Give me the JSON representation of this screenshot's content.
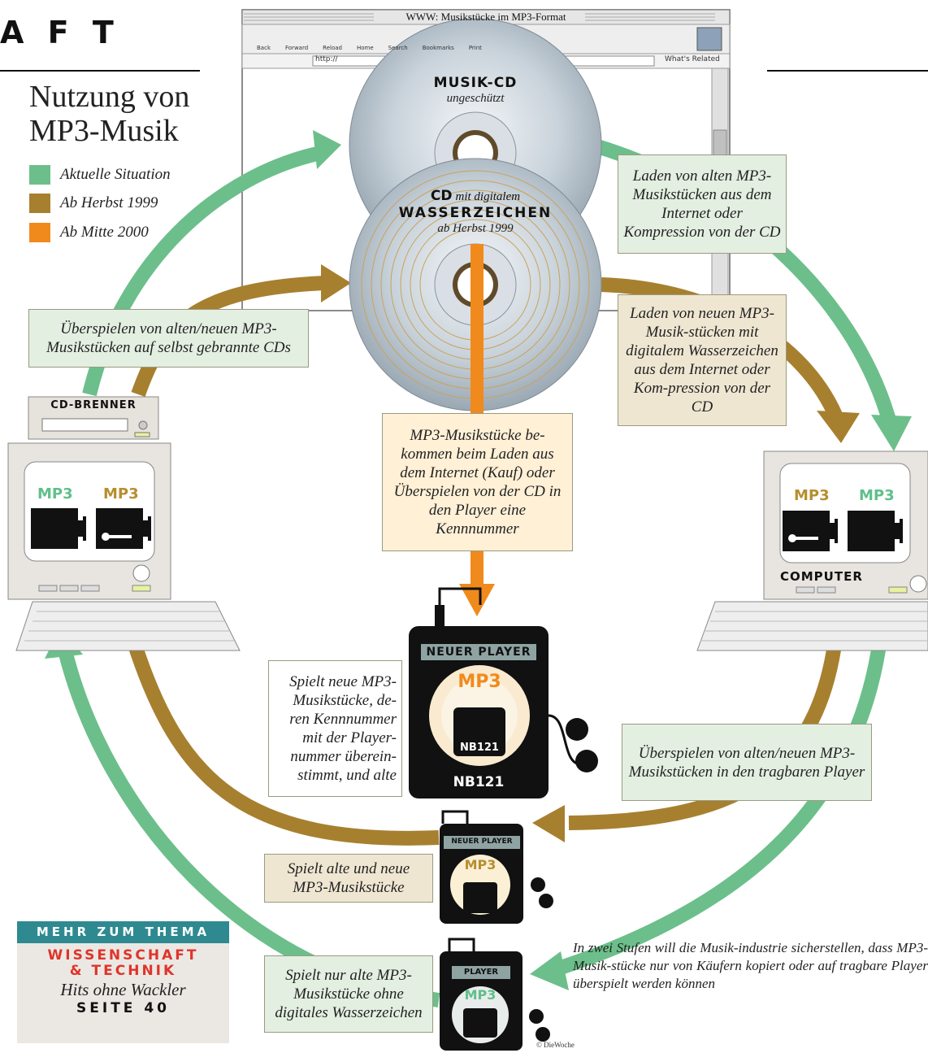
{
  "colors": {
    "green": "#6cbf8a",
    "brown": "#a7802f",
    "orange": "#f08a1c",
    "dark": "#111111",
    "mp3_brown": "#b78e2e",
    "mp3_green": "#5fbf8a",
    "mp3_orange": "#f08a1c",
    "teal": "#2e8a90",
    "red": "#e0332b"
  },
  "header": {
    "fragment": "A F T"
  },
  "title": "Nutzung von MP3-Musik",
  "legend": [
    {
      "label": "Aktuelle Situation",
      "color": "#6cbf8a"
    },
    {
      "label": "Ab Herbst 1999",
      "color": "#a7802f"
    },
    {
      "label": "Ab Mitte 2000",
      "color": "#f08a1c"
    }
  ],
  "browser": {
    "title": "WWW: Musikstücke im MP3-Format",
    "address": "http://",
    "toolbar_items": [
      "Back",
      "Forward",
      "Reload",
      "Home",
      "Search",
      "Bookmarks",
      "",
      "",
      "Print"
    ],
    "related": "What's Related"
  },
  "cd1": {
    "label": "MUSIK-CD",
    "sub": "ungeschützt"
  },
  "cd2": {
    "label_a": "CD",
    "label_a2": "mit digitalem",
    "label_b": "WASSERZEICHEN",
    "sub": "ab Herbst 1999"
  },
  "boxes": {
    "burn": "Überspielen von alten/neuen MP3-Musikstücken auf selbst gebrannte CDs",
    "load_old": "Laden von alten MP3-Musikstücken aus dem Internet oder Kompression von der CD",
    "load_new": "Laden von neuen MP3-Musik-stücken mit digitalem Wasserzeichen aus dem Internet oder Kom-pression von der CD",
    "id_number": "MP3-Musikstücke be-kommen beim Laden aus dem Internet (Kauf) oder Überspielen von der CD in den Player eine Kennnummer",
    "new_player": "Spielt neue MP3-Musikstücke, de-ren Kennnummer mit der Player-nummer überein-stimmt, und alte",
    "transfer": "Überspielen von alten/neuen MP3-Musikstücken in den tragbaren Player",
    "plays_both": "Spielt alte und neue MP3-Musikstücke",
    "plays_old": "Spielt nur alte MP3-Musikstücke ohne digitales Wasserzeichen"
  },
  "devices": {
    "burner": "CD-BRENNER",
    "computer": "COMPUTER",
    "mp3": "MP3",
    "player_big": "NEUER PLAYER",
    "player_big_id": "NB121",
    "player_mid": "NEUER PLAYER",
    "player_small": "PLAYER"
  },
  "more": {
    "header": "MEHR ZUM THEMA",
    "section": "WISSENSCHAFT & TECHNIK",
    "article": "Hits ohne Wackler",
    "page": "SEITE 40"
  },
  "caption": "In zwei Stufen will die Musik-industrie sicherstellen, dass MP3-Musik-stücke nur von Käufern kopiert oder auf tragbare Player überspielt werden können",
  "copyright": "© DieWoche"
}
